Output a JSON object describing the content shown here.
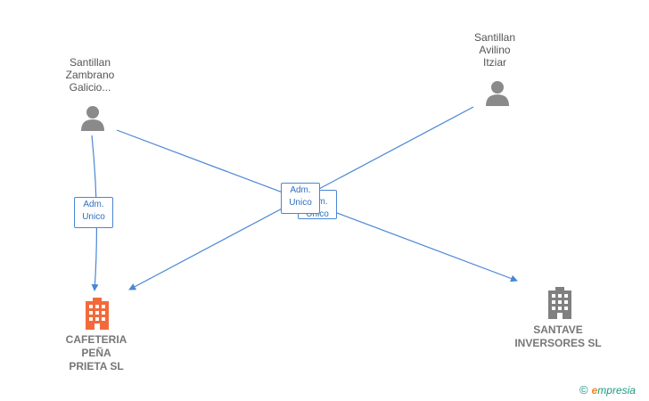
{
  "nodes": {
    "person_zambrano": {
      "lines": [
        "Santillan",
        "Zambrano",
        "Galicio..."
      ]
    },
    "person_avilino": {
      "lines": [
        "Santillan",
        "Avilino",
        "Itziar"
      ]
    },
    "company_cafeteria": {
      "lines": [
        "CAFETERIA",
        "PEÑA",
        "PRIETA  SL"
      ],
      "color": "#f26a3a"
    },
    "company_santave": {
      "lines": [
        "SANTAVE",
        "INVERSORES SL"
      ],
      "color": "#808080"
    }
  },
  "edges": {
    "label_left": {
      "line1": "Adm.",
      "line2": "Unico"
    },
    "label_center_back": {
      "line1": "Adm.",
      "line2": "Unico"
    },
    "label_center_front": {
      "line1": "Adm.",
      "line2": "Unico"
    }
  },
  "colors": {
    "edge": "#4a86d4",
    "person_icon": "#8a8a8a"
  },
  "brand": {
    "symbol": "©",
    "initial": "e",
    "word": "mpresia"
  }
}
